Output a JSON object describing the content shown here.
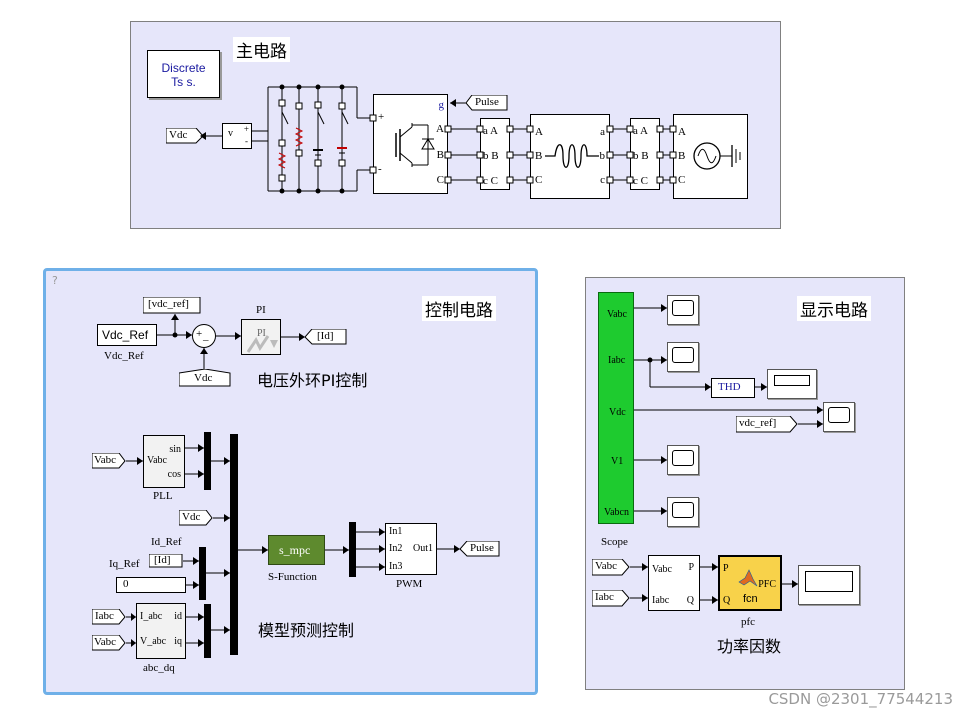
{
  "main": {
    "title": "主电路",
    "discrete_line1": "Discrete",
    "discrete_line2": "Ts s.",
    "vdc_tag": "Vdc",
    "vm_label": "v",
    "plus": "+",
    "minus": "-",
    "pulse_tag": "Pulse",
    "g": "g",
    "ports_abc": [
      "A",
      "B",
      "C"
    ],
    "ports_lower": [
      "a",
      "b",
      "c"
    ],
    "ports_pair": [
      "a A",
      "b B",
      "c C"
    ]
  },
  "control": {
    "title": "控制电路",
    "help": "?",
    "goto_vdc_ref": "[vdc_ref]",
    "vdc_ref_const": "Vdc_Ref",
    "vdc_ref_name": "Vdc_Ref",
    "sum_plus": "+",
    "sum_minus": "_",
    "vdc_from": "Vdc",
    "pi_name": "PI",
    "pi_inner": "PI",
    "goto_id": "[Id]",
    "pi_note": "电压外环PI控制",
    "pll_in_tag": "Vabc",
    "pll_port_in": "Vabc",
    "pll_port_sin": "sin",
    "pll_port_cos": "cos",
    "pll_name": "PLL",
    "vdc_tag2": "Vdc",
    "id_ref_label": "Id_Ref",
    "id_from": "[Id]",
    "iq_ref_label": "Iq_Ref",
    "zero": "0",
    "smpc_inner": "s_mpc",
    "smpc_name": "S-Function",
    "pwm_in1": "In1",
    "pwm_in2": "In2",
    "pwm_in3": "In3",
    "pwm_out": "Out1",
    "pwm_name": "PWM",
    "pulse_goto": "Pulse",
    "iabc_tag": "Iabc",
    "vabc_tag": "Vabc",
    "abcdq_in1": "I_abc",
    "abcdq_in2": "V_abc",
    "abcdq_id": "id",
    "abcdq_iq": "iq",
    "abcdq_name": "abc_dq",
    "mpc_note": "模型预测控制"
  },
  "display": {
    "title": "显示电路",
    "scope_ports": [
      "Vabc",
      "Iabc",
      "Vdc",
      "V1",
      "Vabcn"
    ],
    "scope_name": "Scope",
    "thd": "THD",
    "vdc_ref_tag": "vdc_ref]",
    "vabc_tag": "Vabc",
    "iabc_tag": "Iabc",
    "pq_in1": "Vabc",
    "pq_in2": "Iabc",
    "pq_p": "P",
    "pq_q": "Q",
    "pfc_p": "P",
    "pfc_q": "Q",
    "pfc_inner": "PFC",
    "pfc_fcn": "fcn",
    "pfc_name": "pfc",
    "pf_note": "功率因数"
  },
  "watermark": "CSDN @2301_77544213"
}
